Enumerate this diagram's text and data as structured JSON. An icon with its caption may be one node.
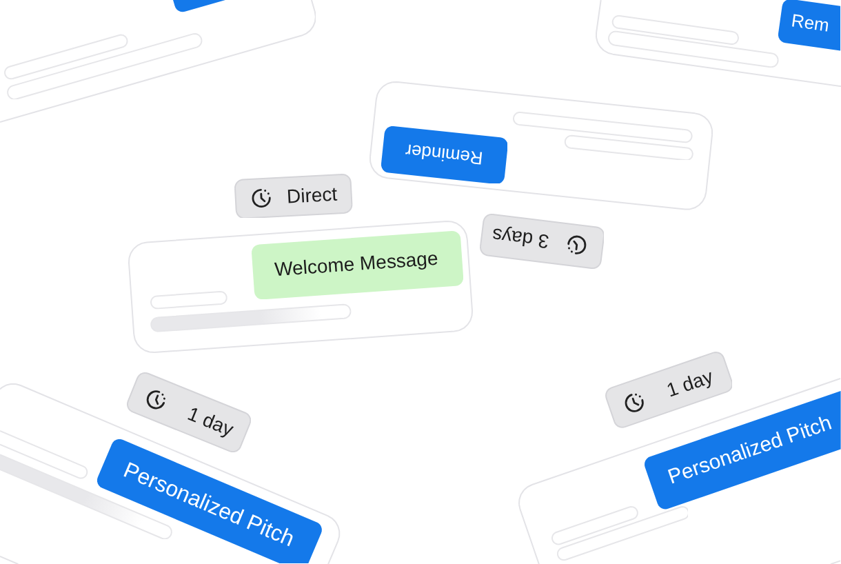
{
  "diagram": {
    "nodes": [
      {
        "text": [],
        "shape": "box"
      },
      {
        "text": [],
        "shape": "box",
        "in": 0
      },
      {
        "text": [],
        "shape": "box"
      },
      {
        "text": [
          "Rem"
        ],
        "in": 2
      },
      {
        "text": [],
        "shape": "box"
      },
      {
        "text": [
          "Reminder"
        ],
        "in": 4
      },
      {
        "text": [
          "Direct"
        ]
      },
      {
        "text": [
          "3 days"
        ]
      },
      {
        "text": [],
        "shape": "box"
      },
      {
        "text": [
          "Welcome Message"
        ],
        "in": 8
      },
      {
        "text": [
          "1 day"
        ]
      },
      {
        "text": [],
        "shape": "box"
      },
      {
        "text": [
          "Personalized Pitch"
        ],
        "in": 11
      },
      {
        "text": [
          "1 day"
        ]
      },
      {
        "text": [],
        "shape": "box"
      },
      {
        "text": [
          "Personalized Pitch"
        ],
        "in": 14
      }
    ]
  }
}
